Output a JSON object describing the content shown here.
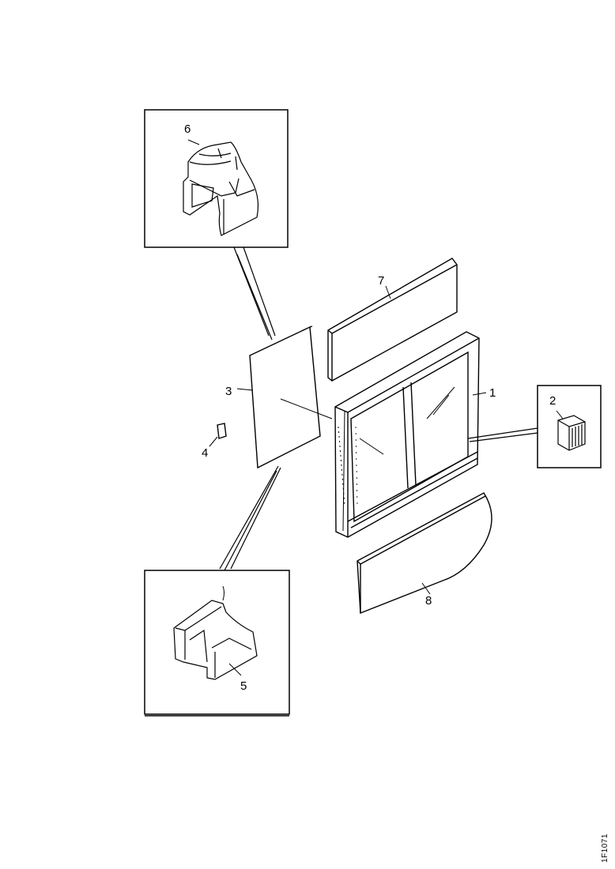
{
  "diagram": {
    "callouts": {
      "c1": "1",
      "c2": "2",
      "c3": "3",
      "c4": "4",
      "c5": "5",
      "c6": "6",
      "c7": "7",
      "c8": "8"
    },
    "figure_code": "1F1071"
  }
}
